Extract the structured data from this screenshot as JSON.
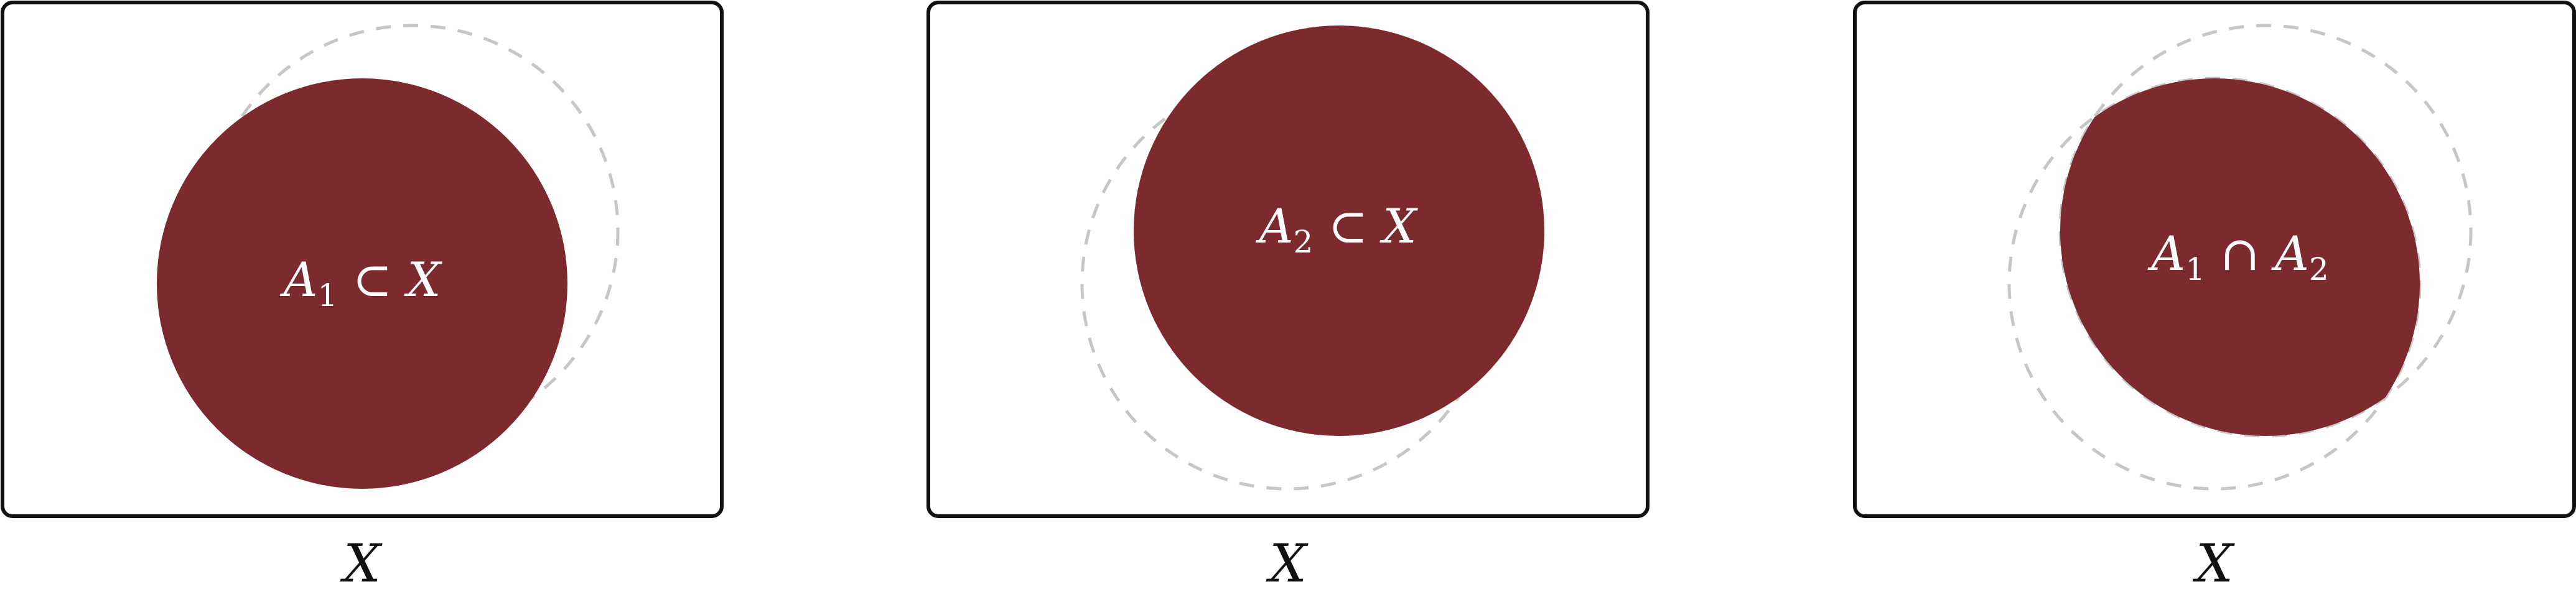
{
  "colors": {
    "fill": "#7d2a2e",
    "ghost_stroke": "#c6c6c6",
    "frame_stroke": "#111111",
    "label_text": "#ffffff"
  },
  "panels": [
    {
      "inner_label": {
        "base1": "A",
        "sub1": "1",
        "op": " ⊂ ",
        "base2": "X",
        "sub2": ""
      },
      "caption": "X"
    },
    {
      "inner_label": {
        "base1": "A",
        "sub1": "2",
        "op": " ⊂ ",
        "base2": "X",
        "sub2": ""
      },
      "caption": "X"
    },
    {
      "inner_label": {
        "base1": "A",
        "sub1": "1",
        "op": " ∩ ",
        "base2": "A",
        "sub2": "2"
      },
      "caption": "X"
    }
  ]
}
